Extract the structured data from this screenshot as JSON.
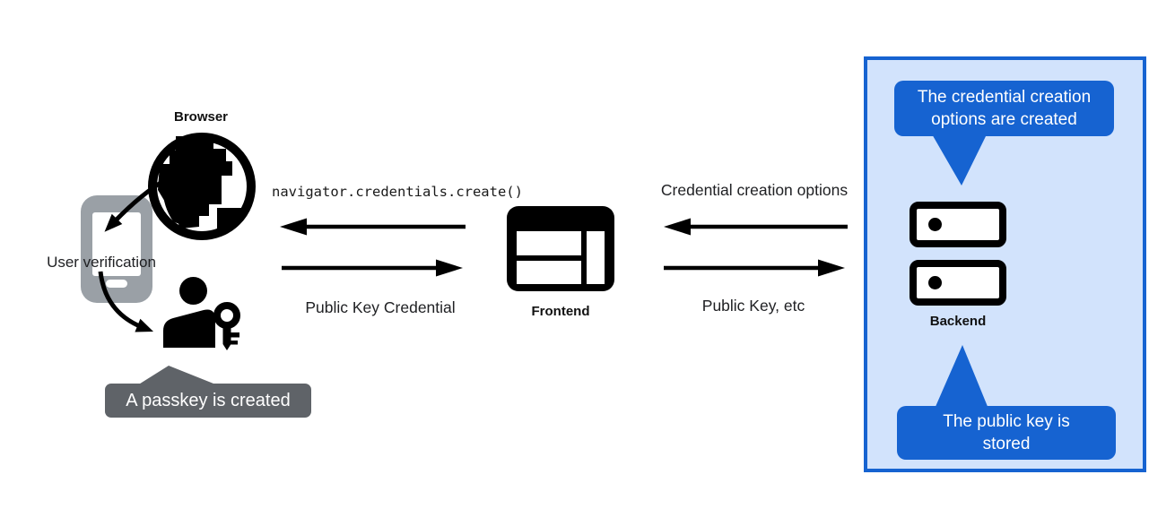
{
  "nodes": {
    "browser": {
      "label": "Browser"
    },
    "user_verification": {
      "label": "User verification"
    },
    "frontend": {
      "label": "Frontend"
    },
    "backend": {
      "label": "Backend"
    }
  },
  "messages": {
    "create_call": {
      "text": "navigator.credentials.create()",
      "direction": "left",
      "from": "frontend",
      "to": "browser"
    },
    "public_key_credential": {
      "text": "Public Key Credential",
      "direction": "right",
      "from": "browser",
      "to": "frontend"
    },
    "credential_creation_options": {
      "text": "Credential creation options",
      "direction": "left",
      "from": "backend",
      "to": "frontend"
    },
    "public_key_etc": {
      "text": "Public Key, etc",
      "direction": "right",
      "from": "frontend",
      "to": "backend"
    }
  },
  "callouts": {
    "passkey_created": {
      "text": "A passkey is created",
      "color": "#5f6368"
    },
    "credential_options_created": {
      "text": "The credential creation options are created",
      "color": "#1663d1"
    },
    "public_key_stored": {
      "text": "The public key is stored",
      "color": "#1663d1"
    }
  },
  "icons": {
    "browser": "globe-icon",
    "user_verification": "smartphone-icon",
    "passkey_user": "person-key-icon",
    "frontend": "browser-window-icon",
    "backend": "server-stack-icon"
  },
  "colors": {
    "accent_blue": "#1663d1",
    "panel_fill": "#d2e3fc",
    "callout_gray": "#5f6368",
    "phone_gray": "#9aa0a6",
    "text": "#202124",
    "background": "#ffffff"
  }
}
